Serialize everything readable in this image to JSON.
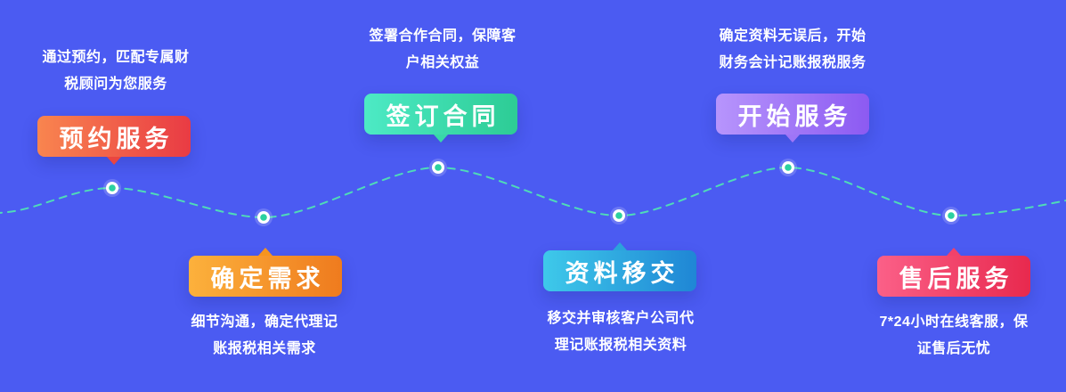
{
  "page": {
    "background_color": "#4b5bf2",
    "wave_line_color": "#4fe3b4",
    "node_color": "#2bd1a0",
    "text_color": "#ffffff"
  },
  "steps": [
    {
      "label": "预约服务",
      "desc_lines": [
        "通过预约，匹配专属财",
        "税顾问为您服务"
      ],
      "position": "top",
      "colors": {
        "start": "#f9854f",
        "end": "#e93b44"
      }
    },
    {
      "label": "确定需求",
      "desc_lines": [
        "细节沟通，确定代理记",
        "账报税相关需求"
      ],
      "position": "bottom",
      "colors": {
        "start": "#fcb13c",
        "end": "#ef7b1e"
      }
    },
    {
      "label": "签订合同",
      "desc_lines": [
        "签署合作合同，保障客",
        "户相关权益"
      ],
      "position": "top",
      "colors": {
        "start": "#4deac5",
        "end": "#2dcc95"
      }
    },
    {
      "label": "资料移交",
      "desc_lines": [
        "移交并审核客户公司代",
        "理记账报税相关资料"
      ],
      "position": "bottom",
      "colors": {
        "start": "#3ec9ea",
        "end": "#1f86d5"
      }
    },
    {
      "label": "开始服务",
      "desc_lines": [
        "确定资料无误后，开始",
        "财务会计记账报税服务"
      ],
      "position": "top",
      "colors": {
        "start": "#b795fc",
        "end": "#8c5af2"
      }
    },
    {
      "label": "售后服务",
      "desc_lines": [
        "7*24小时在线客服，保",
        "证售后无忧"
      ],
      "position": "bottom",
      "colors": {
        "start": "#fb6088",
        "end": "#e8294e"
      }
    }
  ]
}
